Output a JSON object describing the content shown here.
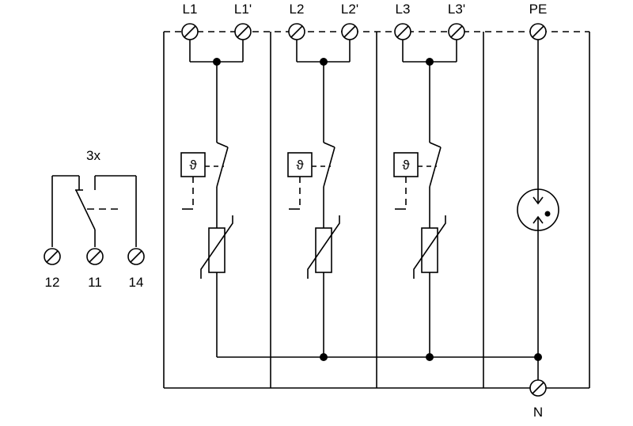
{
  "labels": {
    "l1": "L1",
    "l1p": "L1'",
    "l2": "L2",
    "l2p": "L2'",
    "l3": "L3",
    "l3p": "L3'",
    "pe": "PE",
    "n": "N",
    "multiplier": "3x",
    "t12": "12",
    "t11": "11",
    "t14": "14",
    "theta": "ϑ"
  }
}
